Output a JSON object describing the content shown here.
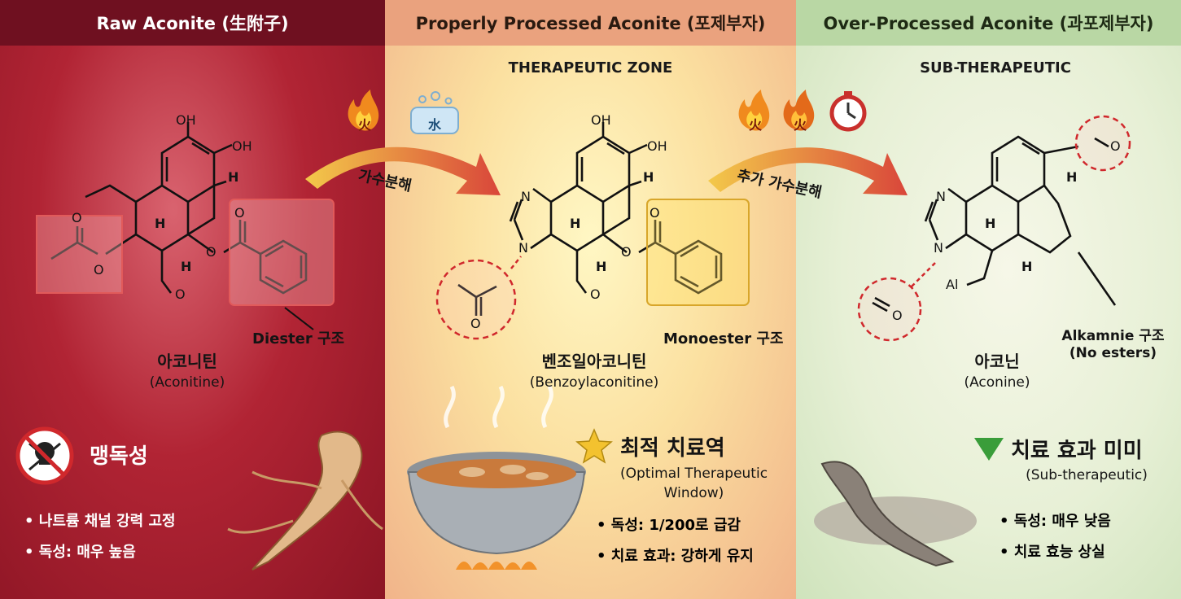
{
  "panels": {
    "raw": {
      "header": "Raw Aconite (生附子)",
      "structure_tag": "Diester 구조",
      "compound_ko": "아코니틴",
      "compound_en": "(Aconitine)",
      "toxicity_label": "맹독성",
      "bullets": [
        "나트륨 채널 강력 고정",
        "독성: 매우 높음"
      ]
    },
    "processed": {
      "header": "Properly Processed Aconite (포제부자)",
      "zone": "THERAPEUTIC ZONE",
      "structure_tag": "Monoester 구조",
      "compound_ko": "벤조일아코니틴",
      "compound_en": "(Benzoylaconitine)",
      "window_ko": "최적 치료역",
      "window_en_1": "(Optimal Therapeutic",
      "window_en_2": "Window)",
      "bullets": [
        "독성: 1/200로 급감",
        "치료 효과: 강하게 유지"
      ]
    },
    "over": {
      "header": "Over-Processed Aconite (과포제부자)",
      "zone": "SUB-THERAPEUTIC",
      "structure_tag_1": "Alkamnie 구조",
      "structure_tag_2": "(No esters)",
      "compound_ko": "아코닌",
      "compound_en": "(Aconine)",
      "effect_ko": "치료 효과 미미",
      "effect_en": "(Sub-therapeutic)",
      "bullets": [
        "독성: 매우 낮음",
        "치료 효능 상실"
      ]
    }
  },
  "arrows": {
    "step1": "가수분해",
    "step2": "추가 가수분해"
  },
  "badges": {
    "fire": "火",
    "water": "水"
  },
  "atoms": {
    "oh": "OH",
    "h": "H",
    "o": "O",
    "n": "N",
    "al": "Al"
  },
  "icons": [
    "fire-icon",
    "water-bath-icon",
    "timer-icon",
    "skull-no-icon",
    "star-icon",
    "down-triangle-icon",
    "root-icon",
    "pot-icon"
  ],
  "colors": {
    "raw_bg": "#b12434",
    "processed_bg": "#fbe0a0",
    "over_bg": "#e7f0d6",
    "arrow": "#d9463a",
    "dashed_circle": "#d0282c"
  }
}
